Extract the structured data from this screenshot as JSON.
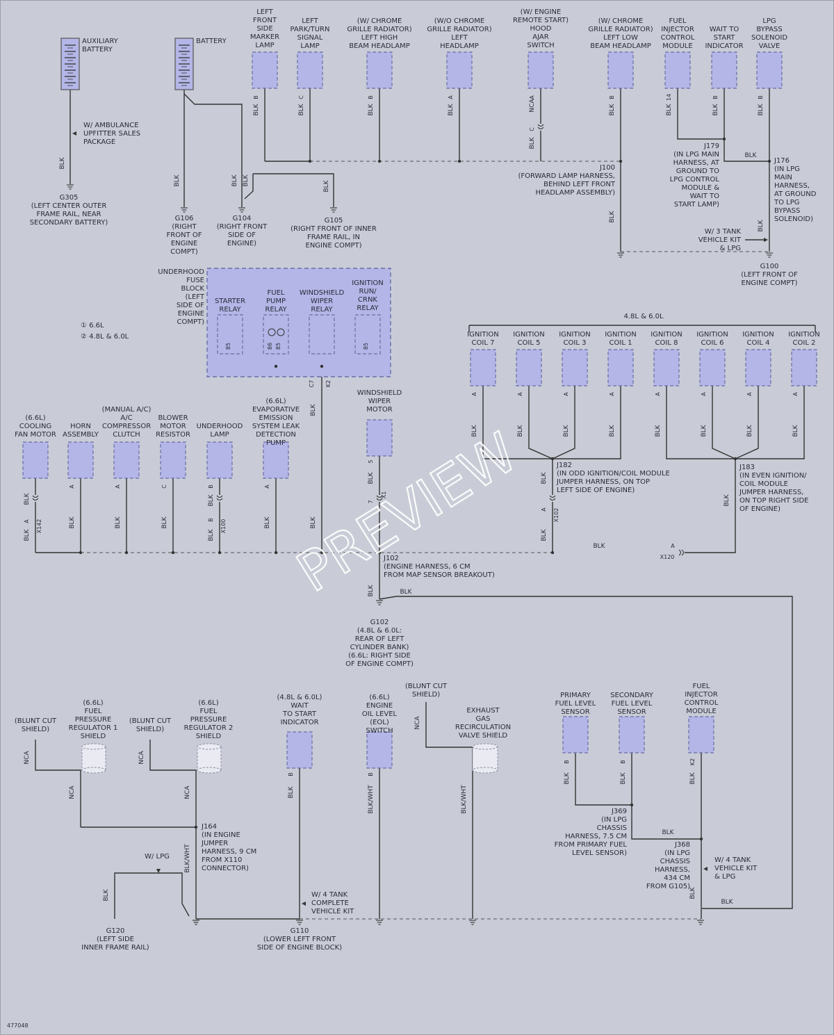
{
  "figure_id": "477048",
  "watermark": "PREVIEW",
  "legend": {
    "item1": "① 6.6L",
    "item2": "② 4.8L & 6.0L"
  },
  "texts": [
    "AUXILIARY\nBATTERY",
    "BATTERY",
    "LEFT\nFRONT\nSIDE\nMARKER\nLAMP",
    "LEFT\nPARK/TURN\nSIGNAL\nLAMP",
    "(W/ CHROME\nGRILLE RADIATOR)\nLEFT HIGH\nBEAM HEADLAMP",
    "(W/O CHROME\nGRILLE RADIATOR)\nLEFT\nHEADLAMP",
    "(W/ ENGINE\nREMOTE START)\nHOOD\nAJAR\nSWITCH",
    "(W/ CHROME\nGRILLE RADIATOR)\nLEFT LOW\nBEAM HEADLAMP",
    "FUEL\nINJECTOR\nCONTROL\nMODULE",
    "WAIT TO\nSTART\nINDICATOR",
    "LPG\nBYPASS\nSOLENOID\nVALVE",
    "W/ AMBULANCE\nUPFITTER SALES\nPACKAGE",
    "G305\n(LEFT CENTER OUTER\nFRAME RAIL, NEAR\nSECONDARY BATTERY)",
    "G106\n(RIGHT\nFRONT OF\nENGINE\nCOMPT)",
    "G104\n(RIGHT FRONT\nSIDE OF\nENGINE)",
    "G105\n(RIGHT FRONT OF INNER\nFRAME RAIL, IN\nENGINE COMPT)",
    "J100\n(FORWARD LAMP HARNESS,\nBEHIND LEFT FRONT\nHEADLAMP ASSEMBLY)",
    "J179\n(IN LPG MAIN\nHARNESS, AT\nGROUND TO\nLPG CONTROL\nMODULE &\nWAIT TO\nSTART LAMP)",
    "J176\n(IN LPG\nMAIN\nHARNESS,\nAT GROUND\nTO LPG\nBYPASS\nSOLENOID)",
    "W/ 3 TANK\nVEHICLE KIT\n& LPG",
    "G100\n(LEFT FRONT OF\nENGINE COMPT)",
    "UNDERHOOD\nFUSE\nBLOCK\n(LEFT\nSIDE OF\nENGINE\nCOMPT)",
    "STARTER\nRELAY",
    "FUEL\nPUMP\nRELAY",
    "WINDSHIELD\nWIPER\nRELAY",
    "IGNITION\nRUN/\nCRNK\nRELAY",
    "4.8L & 6.0L",
    "IGNITION\nCOIL 7",
    "IGNITION\nCOIL 5",
    "IGNITION\nCOIL 3",
    "IGNITION\nCOIL 1",
    "IGNITION\nCOIL 8",
    "IGNITION\nCOIL 6",
    "IGNITION\nCOIL 4",
    "IGNITION\nCOIL 2",
    "(6.6L)\nCOOLING\nFAN MOTOR",
    "HORN\nASSEMBLY",
    "(MANUAL A/C)\nA/C\nCOMPRESSOR\nCLUTCH",
    "BLOWER\nMOTOR\nRESISTOR",
    "UNDERHOOD\nLAMP",
    "(6.6L)\nEVAPORATIVE\nEMISSION\nSYSTEM LEAK\nDETECTION\nPUMP",
    "WINDSHIELD\nWIPER\nMOTOR",
    "J182\n(IN ODD IGNITION/COIL MODULE\nJUMPER HARNESS, ON TOP\nLEFT SIDE OF ENGINE)",
    "J183\n(IN EVEN IGNITION/\nCOIL MODULE\nJUMPER HARNESS,\nON TOP RIGHT SIDE\nOF ENGINE)",
    "J102\n(ENGINE HARNESS, 6 CM\nFROM MAP SENSOR BREAKOUT)",
    "G102\n(4.8L & 6.0L:\nREAR OF LEFT\nCYLINDER BANK)\n(6.6L: RIGHT SIDE\nOF ENGINE COMPT)",
    "(BLUNT CUT\nSHIELD)",
    "(6.6L)\nFUEL\nPRESSURE\nREGULATOR 1\nSHIELD",
    "(BLUNT CUT\nSHIELD)",
    "(6.6L)\nFUEL\nPRESSURE\nREGULATOR 2\nSHIELD",
    "(4.8L & 6.0L)\nWAIT\nTO START\nINDICATOR",
    "(6.6L)\nENGINE\nOIL LEVEL\n(EOL)\nSWITCH",
    "(BLUNT CUT\nSHIELD)",
    "EXHAUST\nGAS\nRECIRCULATION\nVALVE SHIELD",
    "PRIMARY\nFUEL LEVEL\nSENSOR",
    "SECONDARY\nFUEL LEVEL\nSENSOR",
    "FUEL\nINJECTOR\nCONTROL\nMODULE",
    "J164\n(IN ENGINE\nJUMPER\nHARNESS, 9 CM\nFROM X110\nCONNECTOR)",
    "W/ LPG",
    "G120\n(LEFT SIDE\nINNER FRAME RAIL)",
    "W/ 4 TANK\nCOMPLETE\nVEHICLE KIT",
    "G110\n(LOWER LEFT FRONT\nSIDE OF ENGINE BLOCK)",
    "J369\n(IN LPG\nCHASSIS\nHARNESS, 7.5 CM\nFROM PRIMARY FUEL\nLEVEL SENSOR)",
    "J368\n(IN LPG\nCHASSIS\nHARNESS,\n434 CM\nFROM G105)",
    "W/ 4 TANK\nVEHICLE KIT\n& LPG"
  ],
  "wire_labels": [
    "BLK",
    "BLK/WHT",
    "NCA"
  ],
  "pin_labels": [
    "A",
    "B",
    "C",
    "5",
    "7",
    "14",
    "85",
    "86",
    "K2",
    "C7",
    "X1",
    "X100",
    "X102",
    "X120",
    "X127",
    "X142"
  ]
}
